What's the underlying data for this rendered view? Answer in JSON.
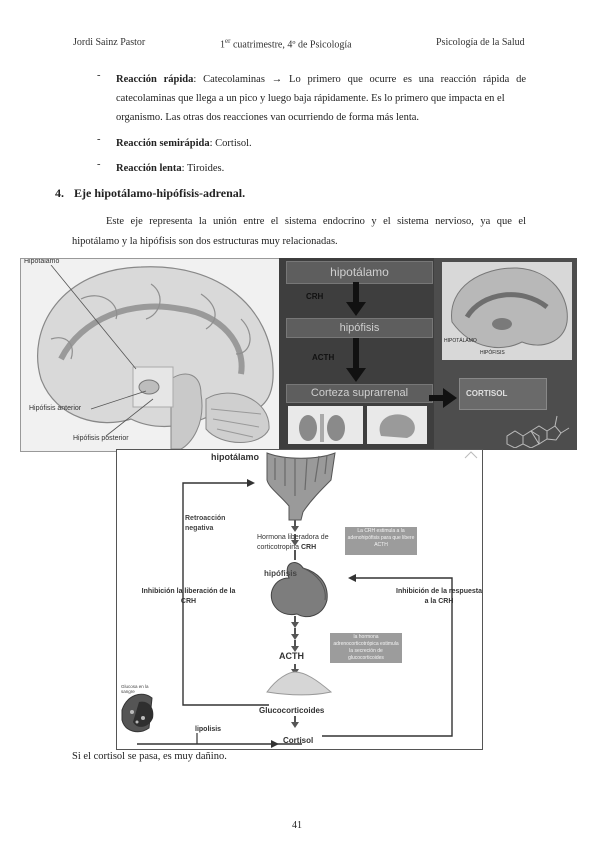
{
  "header": {
    "author": "Jordi Sainz Pastor",
    "course_pre": "1",
    "course_sup": "er",
    "course_post": " cuatrimestre, 4º de Psicología",
    "subject": "Psicología de la Salud"
  },
  "bullets": [
    {
      "bold": "Reacción rápida",
      "line1": ": Catecolaminas → Lo primero que ocurre es una reacción rápida de",
      "line2": "catecolaminas que llega a un pico y luego baja rápidamente. Es lo primero que impacta en el",
      "line3": "organismo. Las otras dos reacciones van ocurriendo de forma más lenta."
    },
    {
      "bold": "Reacción semirápida",
      "rest": ": Cortisol."
    },
    {
      "bold": "Reacción lenta",
      "rest": ": Tiroides."
    }
  ],
  "section": {
    "number": "4.",
    "title": "Eje hipotálamo-hipófisis-adrenal.",
    "paragraph_line1": "Este eje representa la unión entre el sistema endocrino y el sistema nervioso, ya que el",
    "paragraph_line2": "hipotálamo y la hipófisis son dos estructuras muy relacionadas."
  },
  "figure_brain": {
    "label_hipotalamo": "Hipotálamo",
    "label_hipofisis_anterior": "Hipófisis anterior",
    "label_hipofisis_posterior": "Hipófisis posterior"
  },
  "figure_axis": {
    "box_hipotalamo": "hipotálamo",
    "crh": "CRH",
    "box_hipofisis": "hipófisis",
    "acth": "ACTH",
    "box_corteza": "Corteza suprarrenal",
    "box_cortisol": "CORTISOL",
    "inset_hipotalamo": "HIPOTÁLAMO",
    "inset_hipofisis": "HIPÓFISIS"
  },
  "figure_feedback": {
    "hipotalamo": "hipotálamo",
    "retroaccion": "Retroacción negativa",
    "hormona_line1": "Hormona liberadora de",
    "hormona_line2": "corticotropina",
    "crh": "CRH",
    "note_crh": "La CRH estimula a la adenohipófisis para que libere ACTH",
    "hipofisis": "hipófisis",
    "inhibicion_crh": "Inhibición la liberación de la CRH",
    "inhibicion_resp": "Inhibición de la respuesta a la CRH",
    "acth": "ACTH",
    "note_acth": "la hormona adrenocorticotrópica estimula la secreción de glucocorticoides",
    "glucocorticoides": "Glucocorticoides",
    "glucosa": "Glucosa en la sangre",
    "lipolisis": "lipolisis",
    "cortisol": "Cortisol"
  },
  "footer_text": "Si el cortisol se pasa, es muy dañino.",
  "page_number": "41"
}
